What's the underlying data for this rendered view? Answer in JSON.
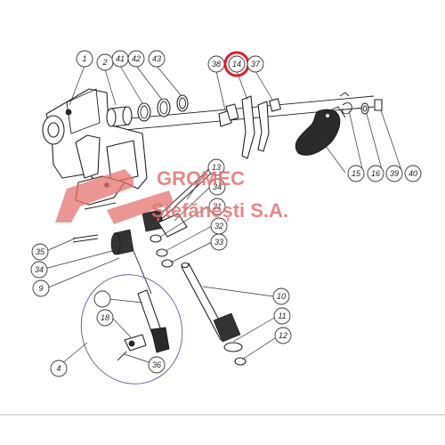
{
  "watermark": {
    "line1": "GROMEC",
    "line2": "Ștefănești S.A.",
    "color": "#e5736f"
  },
  "highlight_color": "#e0202a",
  "callouts": [
    {
      "id": "c1",
      "label": "1"
    },
    {
      "id": "c2",
      "label": "2"
    },
    {
      "id": "c41",
      "label": "41"
    },
    {
      "id": "c42",
      "label": "42"
    },
    {
      "id": "c43",
      "label": "43"
    },
    {
      "id": "c38",
      "label": "38"
    },
    {
      "id": "c14",
      "label": "14",
      "highlighted": true
    },
    {
      "id": "c37",
      "label": "37"
    },
    {
      "id": "c13",
      "label": "13"
    },
    {
      "id": "c34a",
      "label": "34"
    },
    {
      "id": "c31",
      "label": "31"
    },
    {
      "id": "c32",
      "label": "32"
    },
    {
      "id": "c33",
      "label": "33"
    },
    {
      "id": "c35",
      "label": "35"
    },
    {
      "id": "c34b",
      "label": "34"
    },
    {
      "id": "c9",
      "label": "9"
    },
    {
      "id": "c10",
      "label": "10"
    },
    {
      "id": "c11",
      "label": "11"
    },
    {
      "id": "c12",
      "label": "12"
    },
    {
      "id": "c15",
      "label": "15"
    },
    {
      "id": "c16",
      "label": "16"
    },
    {
      "id": "c39",
      "label": "39"
    },
    {
      "id": "c40",
      "label": "40"
    },
    {
      "id": "c4",
      "label": "4"
    },
    {
      "id": "cblank",
      "label": ""
    },
    {
      "id": "c18",
      "label": "18"
    },
    {
      "id": "c36",
      "label": "36"
    }
  ]
}
